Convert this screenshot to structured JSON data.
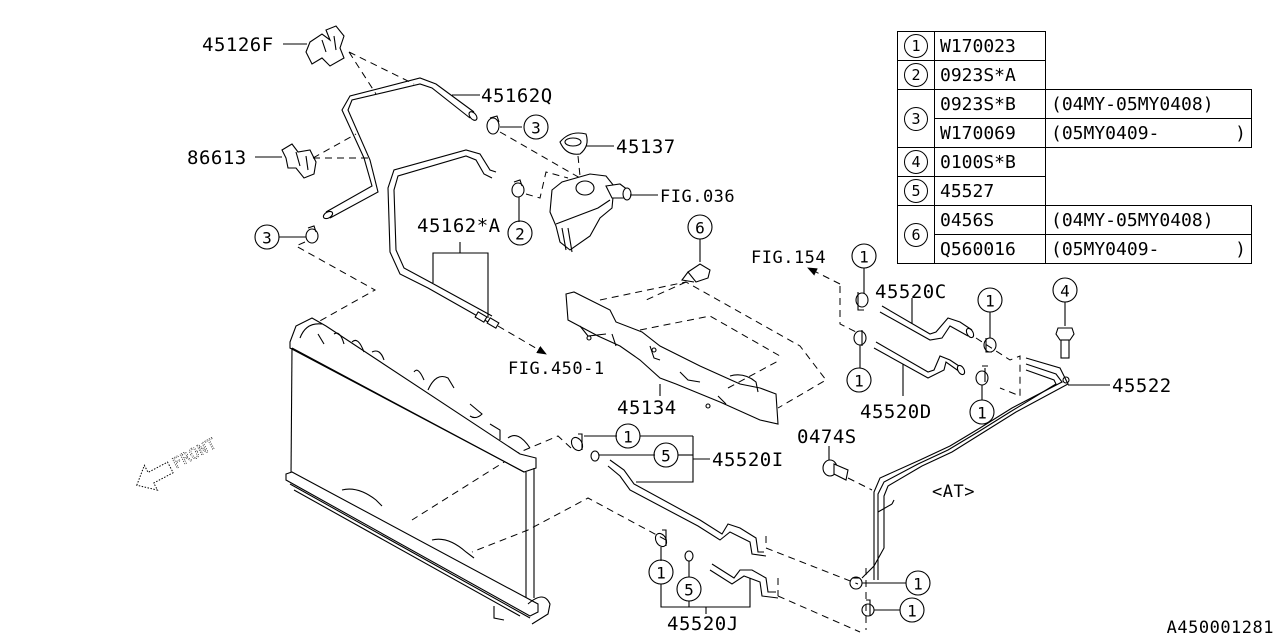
{
  "diagram": {
    "diagram_id": "A450001281",
    "front_label": "FRONT",
    "variant_label": "<AT>",
    "part_labels": {
      "clip_top": "45126F",
      "hose_upper": "45162Q",
      "clip_mid": "86613",
      "reservoir_cap": "45137",
      "reservoir_fig": "FIG.036",
      "hose_overflow": "45162*A",
      "fig_450_1": "FIG.450-1",
      "fig_154": "FIG.154",
      "cover": "45134",
      "hose_c": "45520C",
      "hose_d": "45520D",
      "pipe": "45522",
      "bolt": "0474S",
      "hose_i": "45520I",
      "hose_j": "45520J"
    },
    "callouts": {
      "c1": "1",
      "c2": "2",
      "c3": "3",
      "c4": "4",
      "c5": "5",
      "c6": "6"
    }
  },
  "reference_table": {
    "rows": [
      {
        "key": "1",
        "part": "W170023",
        "note": ""
      },
      {
        "key": "2",
        "part": "0923S*A",
        "note": ""
      },
      {
        "key": "3",
        "part": "0923S*B",
        "note": "(04MY-05MY0408)"
      },
      {
        "key": "3",
        "part": "W170069",
        "note": "(05MY0409-",
        "note_close": ")"
      },
      {
        "key": "4",
        "part": "0100S*B",
        "note": ""
      },
      {
        "key": "5",
        "part": "45527",
        "note": ""
      },
      {
        "key": "6",
        "part": "0456S",
        "note": "(04MY-05MY0408)"
      },
      {
        "key": "6",
        "part": "Q560016",
        "note": "(05MY0409-",
        "note_close": ")"
      }
    ]
  }
}
